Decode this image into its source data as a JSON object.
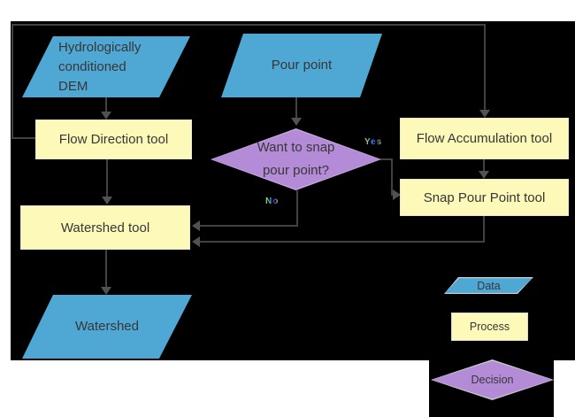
{
  "palette": {
    "background": "#000000",
    "data_blue": "#4fa7d3",
    "process_yellow": "#fdf9b8",
    "decision_purple": "#b48bd6",
    "connector_grey": "#424242",
    "text_dark": "#373737"
  },
  "nodes": {
    "dem": {
      "label": "Hydrologically\nconditioned\nDEM",
      "type": "data"
    },
    "pour_point": {
      "label": "Pour point",
      "type": "data"
    },
    "flow_direction": {
      "label": "Flow Direction tool",
      "type": "process"
    },
    "flow_accumulation": {
      "label": "Flow Accumulation tool",
      "type": "process"
    },
    "snap_pour_point": {
      "label": "Snap Pour Point tool",
      "type": "process"
    },
    "decision": {
      "label": "Want to snap\npour point?",
      "type": "decision"
    },
    "watershed_tool": {
      "label": "Watershed tool",
      "type": "process"
    },
    "watershed": {
      "label": "Watershed",
      "type": "data"
    }
  },
  "edges": {
    "yes_label": "Yes",
    "no_label": "No"
  },
  "legend": {
    "data_label": "Data",
    "process_label": "Process",
    "decision_label": "Decision"
  }
}
